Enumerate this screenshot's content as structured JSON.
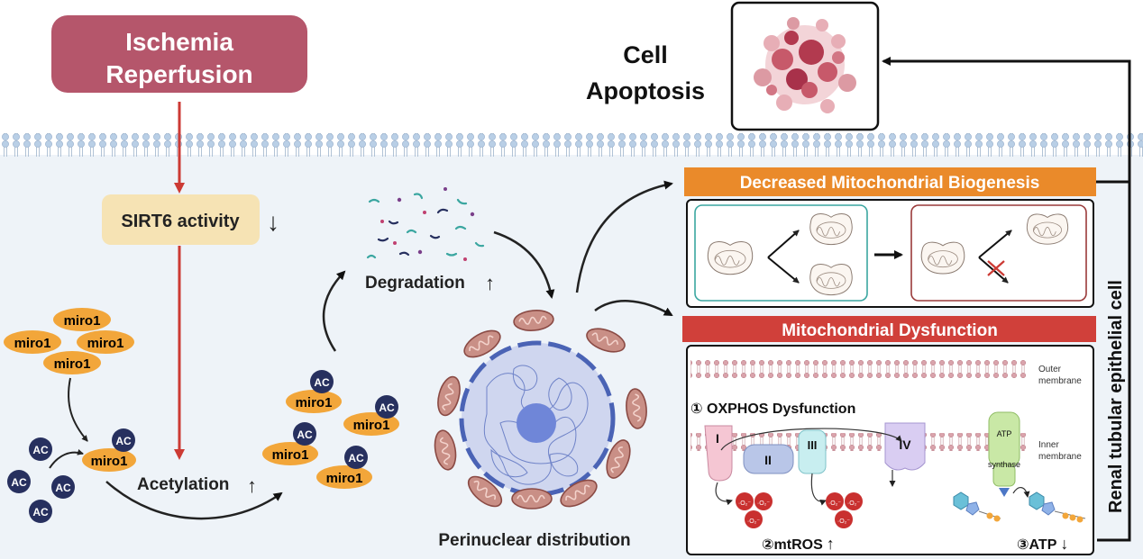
{
  "trigger": {
    "line1": "Ischemia",
    "line2": "Reperfusion"
  },
  "sirt6": {
    "label": "SIRT6 activity",
    "arrow": "↓"
  },
  "miro1": {
    "label": "miro1",
    "ac": "AC"
  },
  "acetylation": {
    "label": "Acetylation",
    "arrow": "↑"
  },
  "degradation": {
    "label": "Degradation",
    "arrow": "↑"
  },
  "perinuclear": {
    "label": "Perinuclear distribution"
  },
  "apoptosis": {
    "line1": "Cell",
    "line2": "Apoptosis"
  },
  "biogenesis": {
    "title": "Decreased Mitochondrial Biogenesis"
  },
  "dysfunction": {
    "title": "Mitochondrial Dysfunction",
    "outer_membrane": [
      "Outer",
      "membrane"
    ],
    "inner_membrane": [
      "Inner",
      "membrane"
    ],
    "oxphos": "① OXPHOS Dysfunction",
    "complexes": [
      "I",
      "II",
      "III",
      "IV"
    ],
    "atp_synthase": [
      "ATP",
      "synthase"
    ],
    "mtros": "②mtROS",
    "atp": "③ATP",
    "ros_label": "·O₂⁻"
  },
  "cell_label": "Renal tubular epithelial cell",
  "colors": {
    "trigger_fill": "#b5566b",
    "sirt6_fill": "#f6e3b4",
    "orange": "#ea8a2a",
    "red": "#d0403a",
    "miro": "#f2a63a",
    "ac": "#27305f",
    "cell_bg": "#eef3f8",
    "red_arrow": "#cc3a34",
    "teal": "#3aa6a0",
    "maroon": "#9a3a3a"
  },
  "icons": [
    "arrow-icon",
    "cross-icon",
    "mitochondrion-icon",
    "nucleus-icon",
    "ros-icon",
    "adp-icon",
    "apoptotic-cell-icon"
  ]
}
